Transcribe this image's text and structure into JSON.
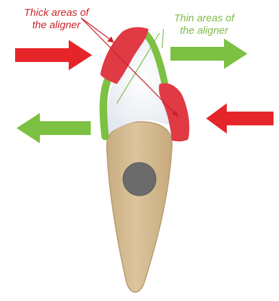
{
  "labels": {
    "thick_line1": "Thick areas of",
    "thick_line2": "the aligner",
    "thin_line1": "Thin areas of",
    "thin_line2": "the aligner"
  },
  "colors": {
    "thick": "#c8242b",
    "thin": "#7dbb44",
    "force_red": "#e5252a",
    "force_green": "#7cc142",
    "tooth_root": "#d8bf96",
    "tooth_crown": "#eef1f5",
    "center_of_resistance": "#6b6b6b"
  }
}
